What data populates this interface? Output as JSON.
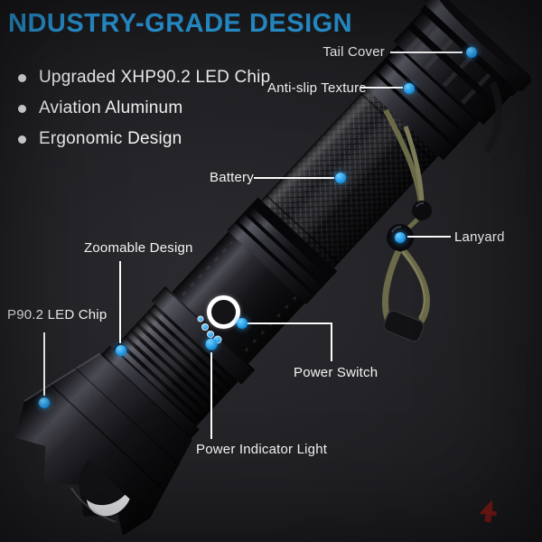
{
  "title": "NDUSTRY-GRADE DESIGN",
  "features": [
    "Upgraded XHP90.2 LED Chip",
    "Aviation Aluminum",
    "Ergonomic Design"
  ],
  "callouts": {
    "tail_cover": {
      "label": "Tail Cover"
    },
    "anti_slip": {
      "label": "Anti-slip Texture"
    },
    "battery": {
      "label": "Battery"
    },
    "lanyard": {
      "label": "Lanyard"
    },
    "zoomable": {
      "label": "Zoomable Design"
    },
    "led_chip": {
      "label": "P90.2 LED Chip"
    },
    "power_switch": {
      "label": "Power Switch"
    },
    "power_indicator": {
      "label": "Power Indicator Light"
    }
  },
  "colors": {
    "title_blue": "#2ca3e8",
    "callout_dot_blue": "#1f97e6",
    "text_white": "#f2f2f2",
    "lanyard_olive": "#6b6b4a",
    "watermark_red": "#8b1b15"
  }
}
